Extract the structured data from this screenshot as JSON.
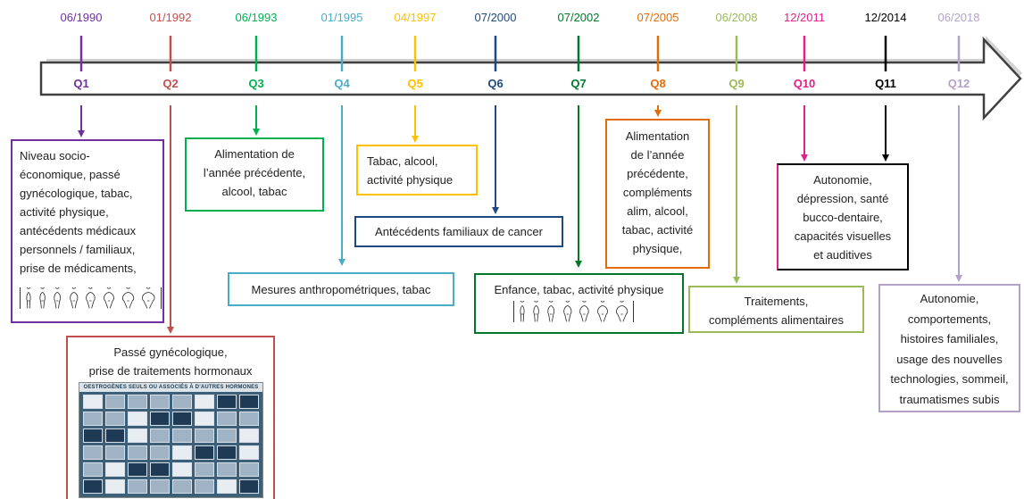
{
  "colors": {
    "Q1": "#7030a0",
    "Q2": "#c0504d",
    "Q3": "#00b050",
    "Q4": "#4bacc6",
    "Q5": "#ffc000",
    "Q6": "#1f497d",
    "Q7": "#00782a",
    "Q8": "#e36c09",
    "Q9": "#9bbb59",
    "Q10": "#e0218a",
    "Q11": "#000000",
    "Q12": "#b3a2c7",
    "arrow_fill": "#ffffff",
    "arrow_stroke": "#404040"
  },
  "timeline": [
    {
      "id": "Q1",
      "label": "Q1",
      "date": "06/1990"
    },
    {
      "id": "Q2",
      "label": "Q2",
      "date": "01/1992"
    },
    {
      "id": "Q3",
      "label": "Q3",
      "date": "06/1993"
    },
    {
      "id": "Q4",
      "label": "Q4",
      "date": "01/1995"
    },
    {
      "id": "Q5",
      "label": "Q5",
      "date": "04/1997"
    },
    {
      "id": "Q6",
      "label": "Q6",
      "date": "07/2000"
    },
    {
      "id": "Q7",
      "label": "Q7",
      "date": "07/2002"
    },
    {
      "id": "Q8",
      "label": "Q8",
      "date": "07/2005"
    },
    {
      "id": "Q9",
      "label": "Q9",
      "date": "06/2008"
    },
    {
      "id": "Q10",
      "label": "Q10",
      "date": "12/2011"
    },
    {
      "id": "Q11",
      "label": "Q11",
      "date": "12/2014"
    },
    {
      "id": "Q12",
      "label": "Q12",
      "date": "06/2018"
    }
  ],
  "boxes": {
    "q1": [
      "Niveau socio-",
      "économique, passé",
      "gynécologique, tabac,",
      "activité physique,",
      "antécédents médicaux",
      "personnels / familiaux,",
      "prise de médicaments,"
    ],
    "q2": [
      "Passé gynécologique,",
      "prise de traitements hormonaux"
    ],
    "q2_catalog_title": "OESTROGÈNES SEULS OU ASSOCIÉS À D'AUTRES HORMONES",
    "q3": [
      "Alimentation de",
      "l’année précédente,",
      "alcool, tabac"
    ],
    "q4": [
      "Mesures anthropométriques, tabac"
    ],
    "q5": [
      "Tabac, alcool,",
      "activité physique"
    ],
    "q6": [
      "Antécédents familiaux de cancer"
    ],
    "q7": [
      "Enfance, tabac, activité physique"
    ],
    "q8": [
      "Alimentation",
      "de l’année",
      "précédente,",
      "compléments",
      "alim, alcool,",
      "tabac, activité",
      "physique,"
    ],
    "q9": [
      "Traitements,",
      "compléments alimentaires"
    ],
    "q10": [
      "Autonomie,",
      "dépression, santé",
      "bucco-dentaire,",
      "capacités visuelles",
      "et auditives"
    ],
    "q12": [
      "Autonomie,",
      "comportements,",
      "histoires familiales,",
      "usage des nouvelles",
      "technologies, sommeil,",
      "traumatismes subis"
    ]
  }
}
